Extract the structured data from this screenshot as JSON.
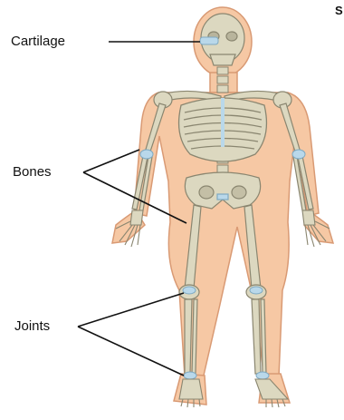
{
  "labels": {
    "cartilage": "Cartilage",
    "bones": "Bones",
    "joints": "Joints",
    "corner": "S"
  },
  "colors": {
    "skin": "#f6c8a4",
    "skin_outline": "#d99a74",
    "bone": "#dcd8c0",
    "bone_outline": "#8a8670",
    "cartilage": "#b9d8ea",
    "leader": "#111111"
  }
}
